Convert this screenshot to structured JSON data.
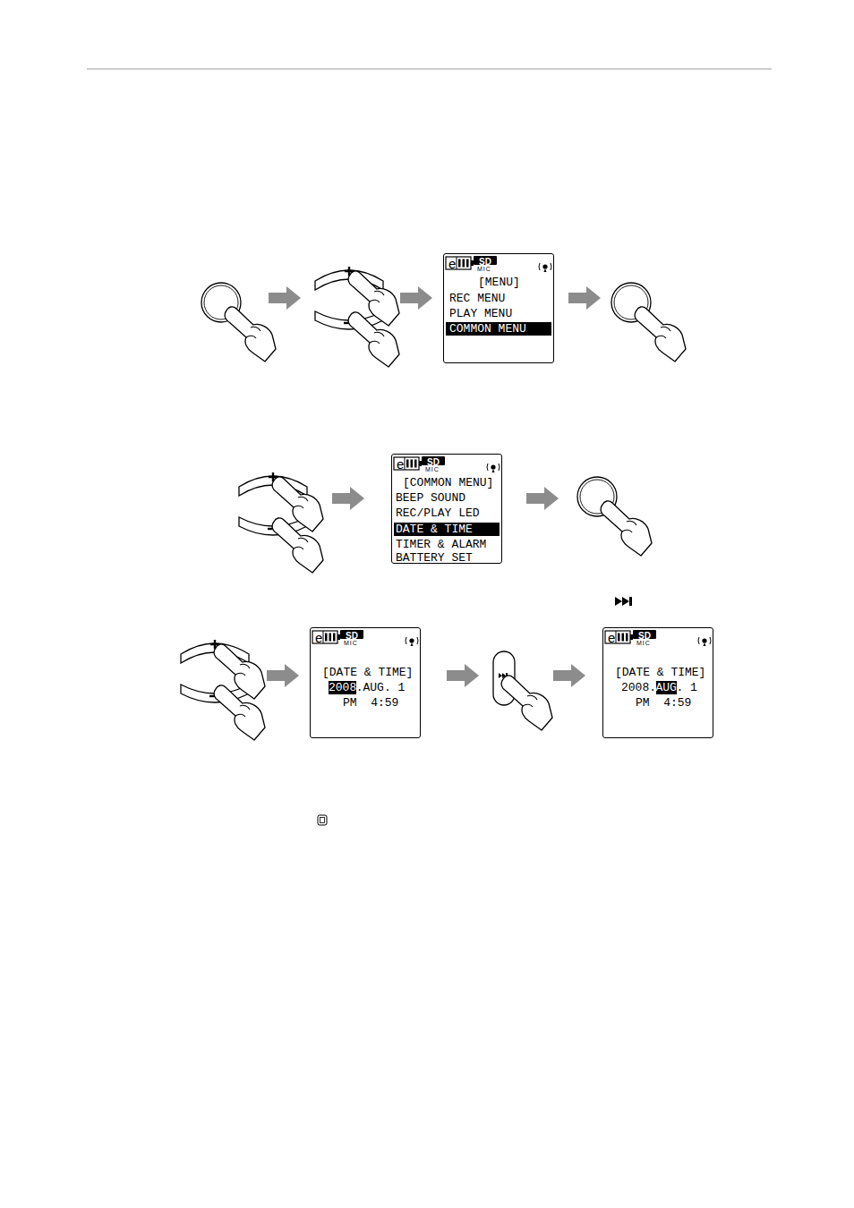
{
  "diagram": {
    "nodes": [
      {
        "text": [
          "e",
          "SD",
          "MIC",
          "[MENU]",
          "REC MENU",
          "PLAY MENU",
          "COMMON MENU"
        ]
      },
      {
        "text": [
          "e",
          "SD",
          "MIC",
          "[COMMON MENU]",
          "BEEP SOUND",
          "REC/PLAY LED",
          "DATE & TIME",
          "TIMER & ALARM",
          "BATTERY SET"
        ]
      },
      {
        "text": [
          "e",
          "SD",
          "MIC",
          "[DATE & TIME]",
          "2008",
          ".AUG. 1",
          "PM  4:59"
        ]
      },
      {
        "text": [
          "e",
          "SD",
          "MIC",
          "[DATE & TIME]",
          "2008.",
          "AUG",
          ". 1",
          "PM  4:59"
        ]
      }
    ]
  }
}
